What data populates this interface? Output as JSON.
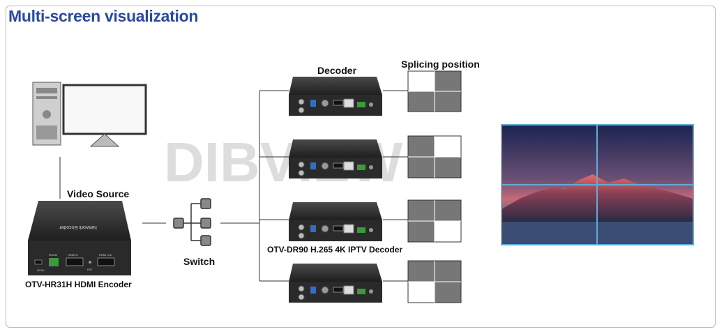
{
  "title": "Multi-screen visualization",
  "labels": {
    "decoder": "Decoder",
    "splicing": "Splicing position",
    "video_source": "Video Source",
    "switch": "Switch",
    "decoder_model": "OTV-DR90 H.265 4K IPTV Decoder",
    "encoder_model": "OTV-HR31H HDMI Encoder"
  },
  "encoder_port_labels": [
    "DC5V",
    "RS232",
    "HDMI In",
    "RST",
    "HDMI Out"
  ],
  "encoder_top_text": "Network Encoder",
  "watermark": "DIBVIEW",
  "colors": {
    "title": "#2a4a9c",
    "tile_gray": "#777777",
    "device_body": "#2e2e2e",
    "wall_border": "#5aaed8",
    "sky_top": "#1d2a55",
    "sky_mid": "#7a5a7a",
    "sky_glow": "#e2776a"
  },
  "splicing_highlight": [
    "top-left",
    "top-right",
    "bottom-right",
    "bottom-left"
  ]
}
